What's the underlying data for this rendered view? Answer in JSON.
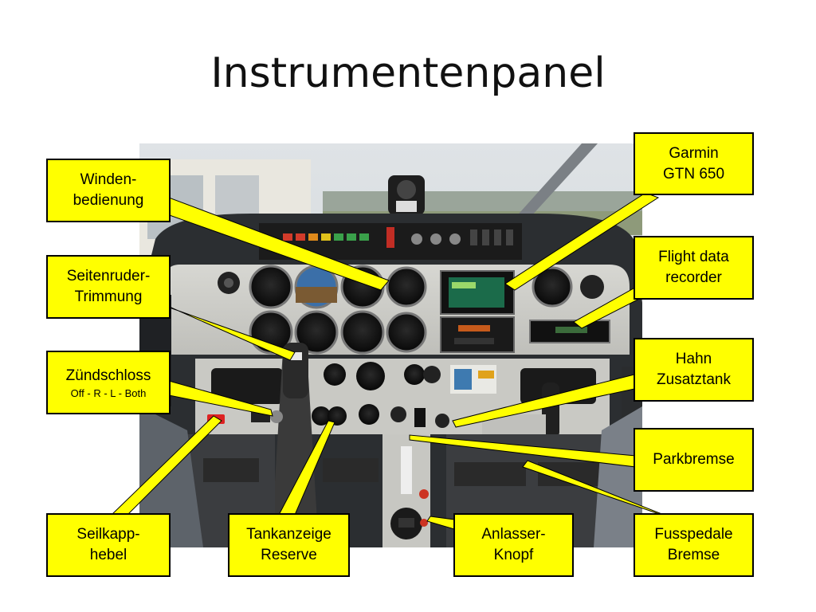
{
  "slide": {
    "title": "Instrumentenpanel"
  },
  "callouts": {
    "winden": {
      "line1": "Winden-",
      "line2": "bedienung"
    },
    "garmin": {
      "line1": "Garmin",
      "line2": "GTN 650"
    },
    "seitenruder": {
      "line1": "Seitenruder-",
      "line2": "Trimmung"
    },
    "flight_data": {
      "line1": "Flight data",
      "line2": "recorder"
    },
    "zuendschloss": {
      "line1": "Zündschloss",
      "line2": "Off - R - L - Both"
    },
    "hahn": {
      "line1": "Hahn",
      "line2": "Zusatztank"
    },
    "parkbremse": {
      "line1": "Parkbremse"
    },
    "seilkapp": {
      "line1": "Seilkapp-",
      "line2": "hebel"
    },
    "tankanzeige": {
      "line1": "Tankanzeige",
      "line2": "Reserve"
    },
    "anlasser": {
      "line1": "Anlasser-",
      "line2": "Knopf"
    },
    "fusspedale": {
      "line1": "Fusspedale",
      "line2": "Bremse"
    }
  },
  "colors": {
    "callout_fill": "#ffff00",
    "callout_border": "#000000",
    "leader_line": "#ffff00"
  }
}
